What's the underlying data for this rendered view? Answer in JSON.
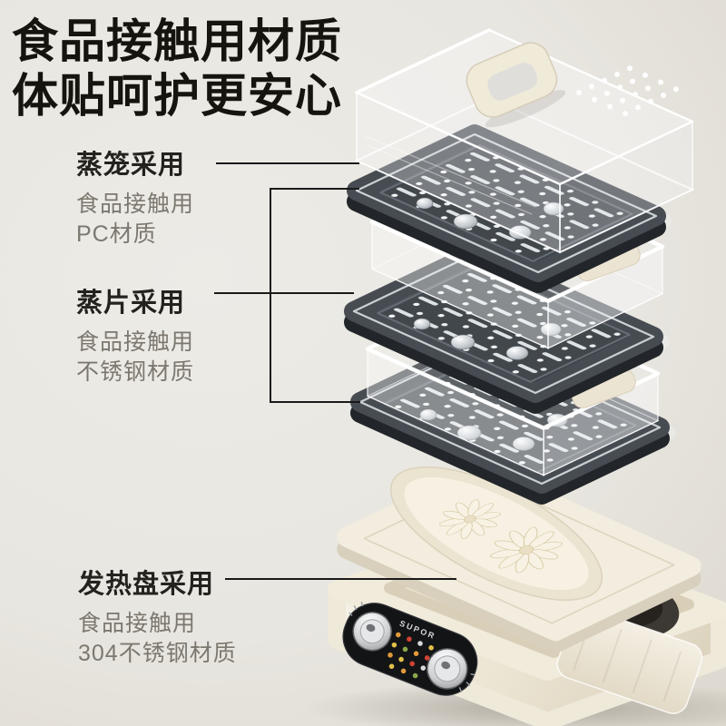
{
  "heading": {
    "line1": "食品接触用材质",
    "line2": "体贴呵护更安心"
  },
  "annotations": [
    {
      "id": "steamer-basket",
      "title": "蒸笼采用",
      "desc_line1": "食品接触用",
      "desc_line2": "PC材质"
    },
    {
      "id": "steam-trays",
      "title": "蒸片采用",
      "desc_line1": "食品接触用",
      "desc_line2": "不锈钢材质"
    },
    {
      "id": "heating-plate",
      "title": "发热盘采用",
      "desc_line1": "食品接触用",
      "desc_line2": "304不锈钢材质"
    }
  ],
  "product": {
    "brand": "SUPOR"
  },
  "palette": {
    "background": "#e8e6e0",
    "heading_text": "#16140f",
    "label_title": "#24221e",
    "label_body": "#7c786f",
    "connector": "#1a1a1a",
    "cream_shell": "#f0ead9",
    "steel_tray": "#4a5056",
    "control_panel": "#131416"
  }
}
